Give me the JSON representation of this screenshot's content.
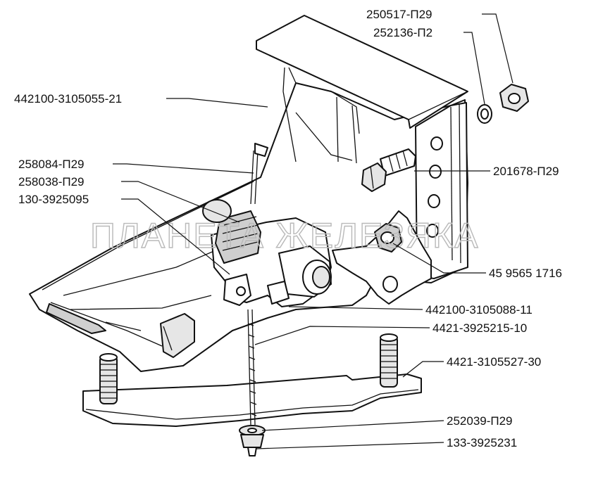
{
  "labels": {
    "p250517": "250517-П29",
    "p252136": "252136-П2",
    "p442100_055": "442100-3105055-21",
    "p258084": "258084-П29",
    "p258038": "258038-П29",
    "p130": "130-3925095",
    "p201678": "201678-П29",
    "p459565": "45 9565 1716",
    "p442100_088": "442100-3105088-11",
    "p4421_215": "4421-3925215-10",
    "p4421_527": "4421-3105527-30",
    "p252039": "252039-П29",
    "p133": "133-3925231"
  },
  "watermark": "ПЛАНЕТА ЖЕЛЕЗЯКА"
}
